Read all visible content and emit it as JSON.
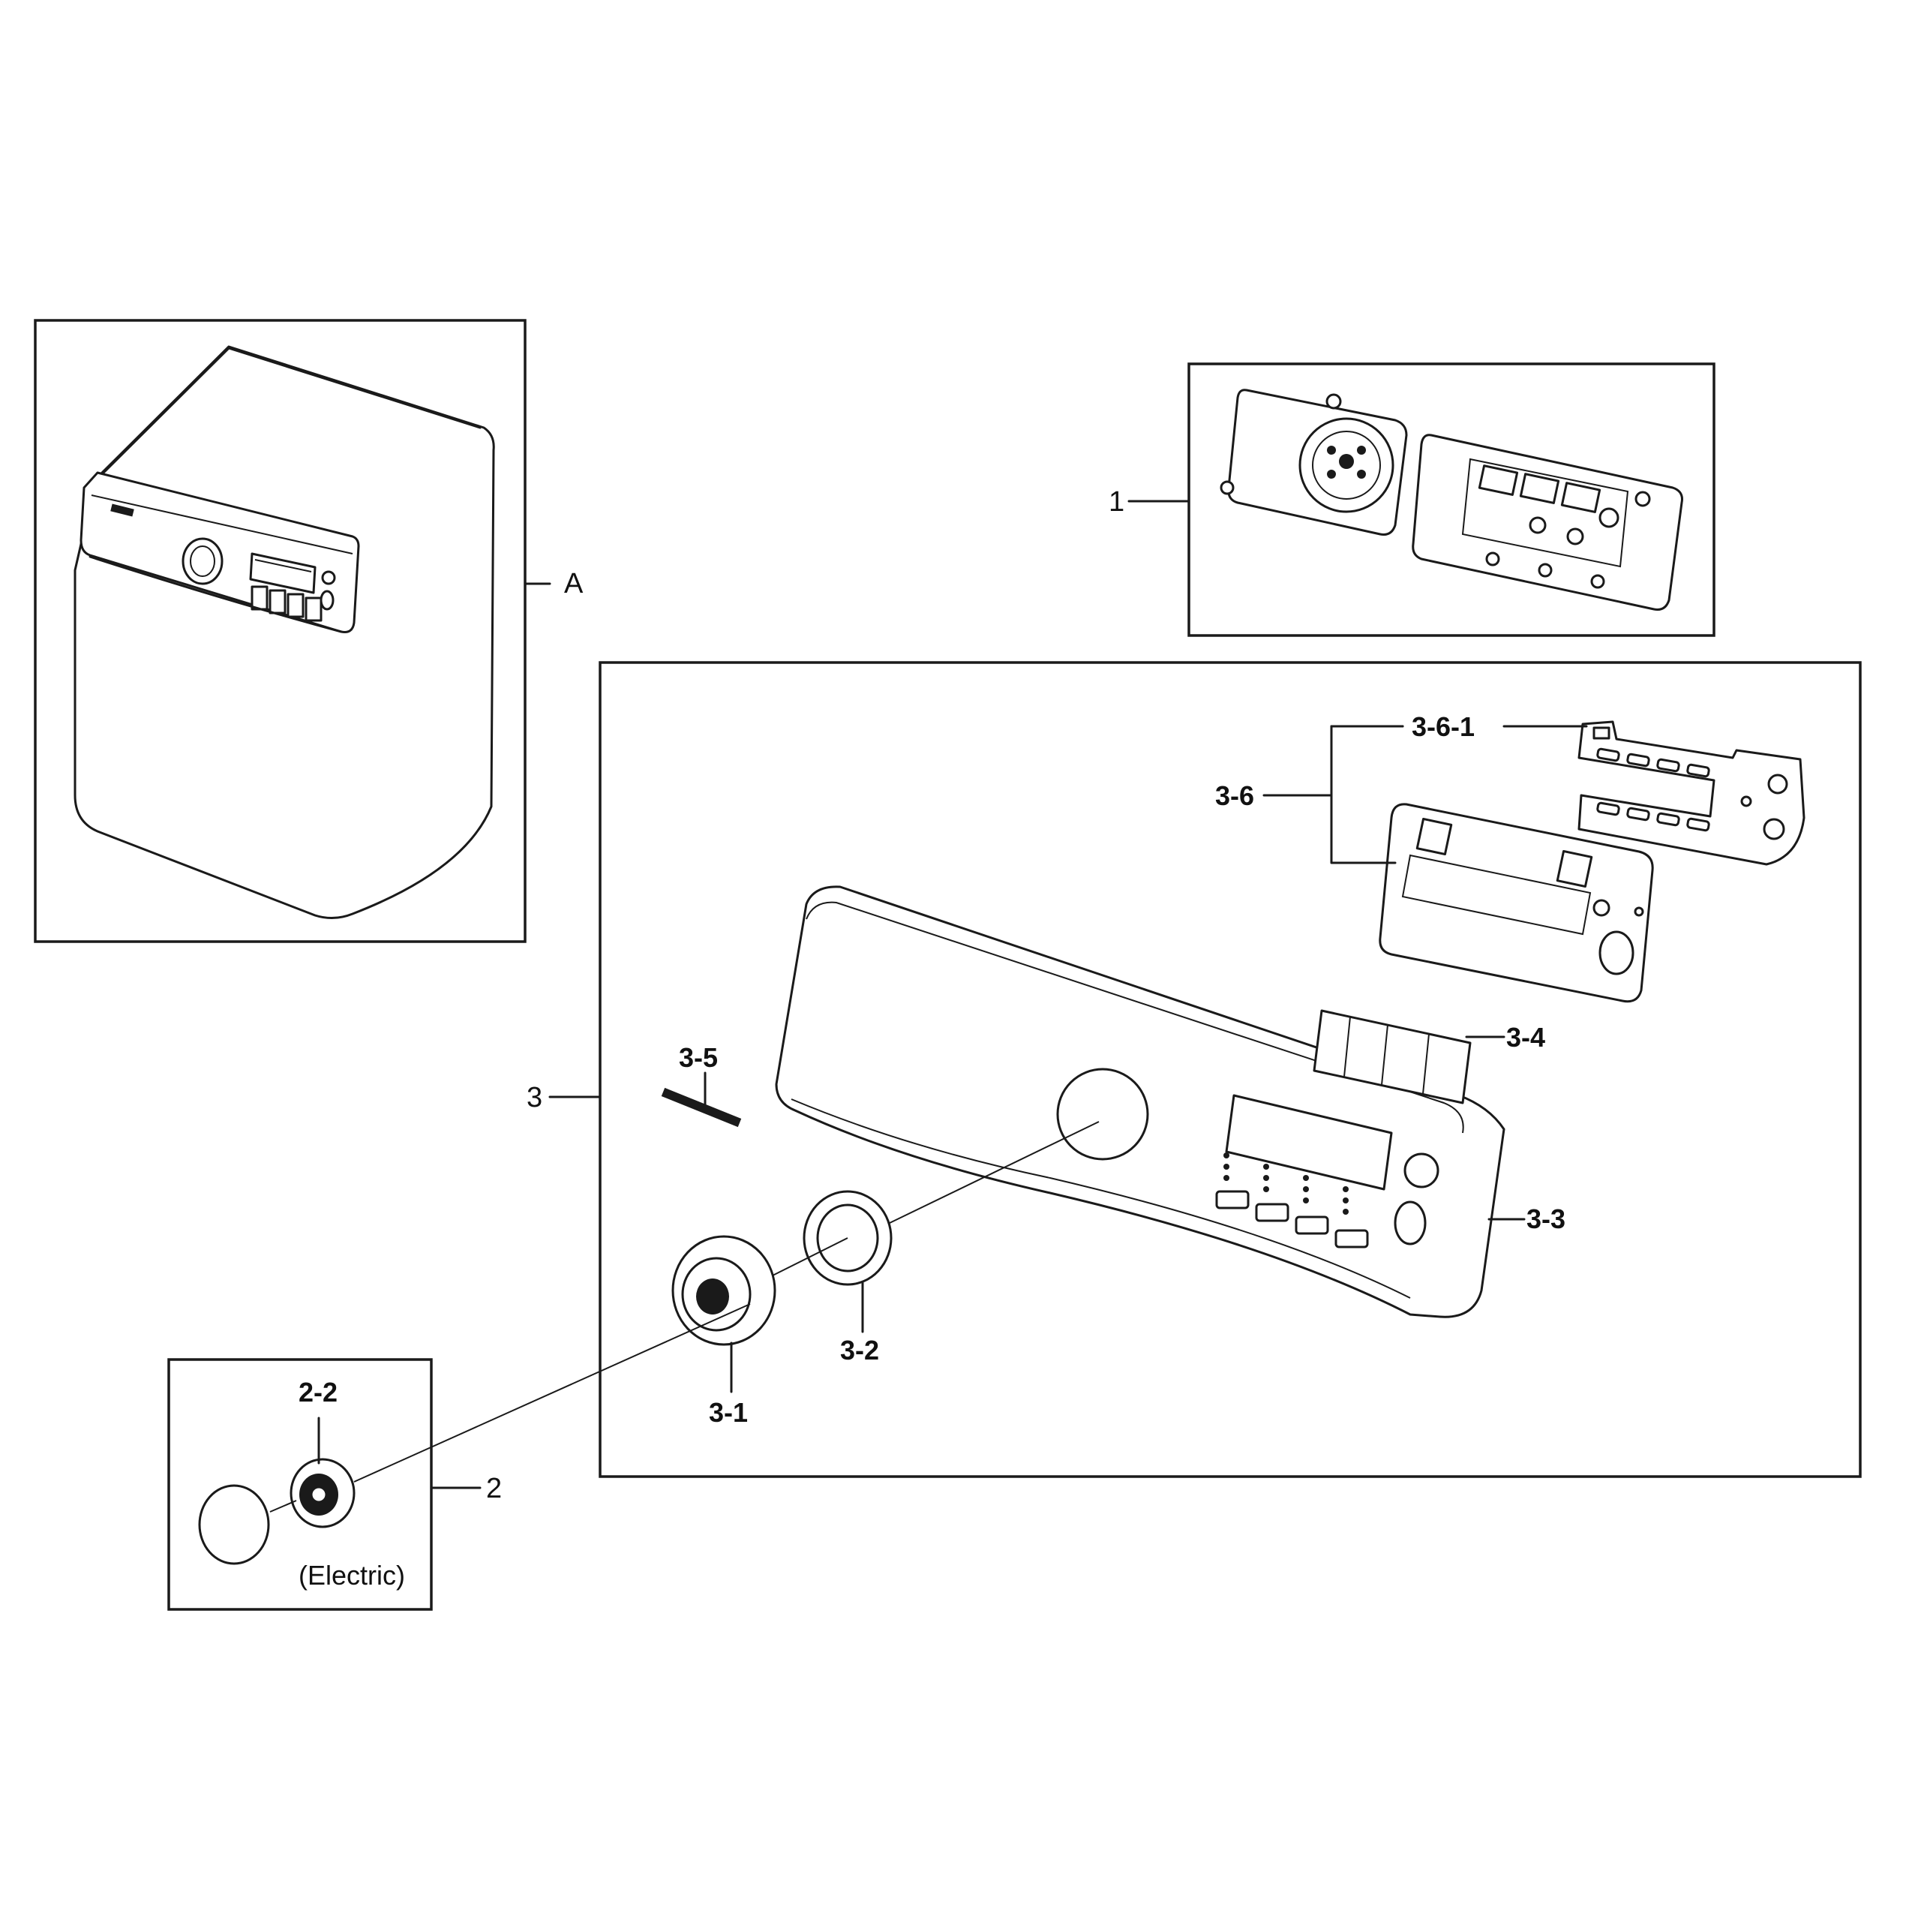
{
  "labels": {
    "A": "A",
    "p1": "1",
    "p2": "2",
    "p2_2": "2-2",
    "p3": "3",
    "p3_1": "3-1",
    "p3_2": "3-2",
    "p3_3": "3-3",
    "p3_4": "3-4",
    "p3_5": "3-5",
    "p3_6": "3-6",
    "p3_6_1": "3-6-1"
  },
  "captions": {
    "electric": "(Electric)"
  }
}
